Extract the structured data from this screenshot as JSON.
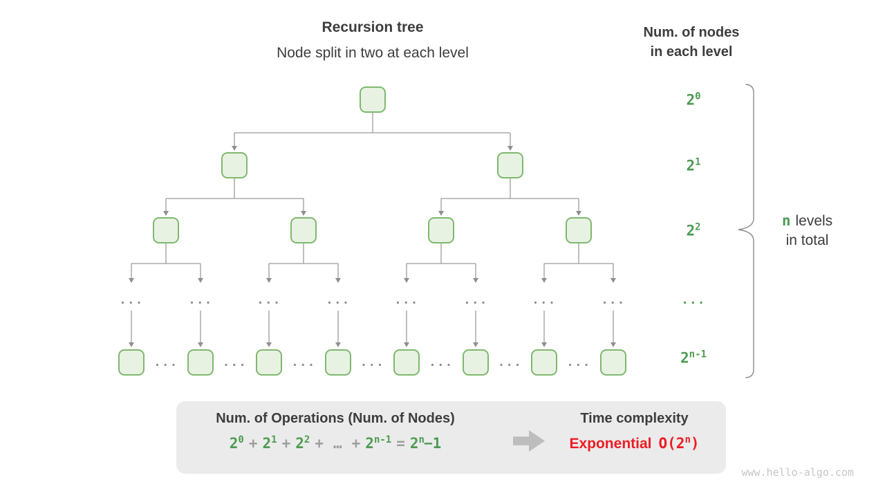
{
  "header": {
    "title": "Recursion tree",
    "subtitle": "Node split in two at each level",
    "right_title_line1": "Num. of nodes",
    "right_title_line2": "in each level"
  },
  "tree": {
    "levels": [
      {
        "type": "nodes",
        "count": 1,
        "label": {
          "base": "2",
          "sup": "0"
        }
      },
      {
        "type": "nodes",
        "count": 2,
        "label": {
          "base": "2",
          "sup": "1"
        }
      },
      {
        "type": "nodes",
        "count": 4,
        "label": {
          "base": "2",
          "sup": "2"
        }
      },
      {
        "type": "ellipsis",
        "count": 8,
        "dots": "...",
        "label": {
          "dots": "..."
        }
      },
      {
        "type": "nodes",
        "count": 8,
        "label": {
          "base": "2",
          "sup": "n-1"
        },
        "between_dots": "..."
      }
    ],
    "colors": {
      "node_fill": "#e8f2e3",
      "node_border": "#7eb86e",
      "connector": "#9c9c9c",
      "green_text": "#4d9b52"
    }
  },
  "brace": {
    "n": "n",
    "levels_word": "levels",
    "line2": "in total"
  },
  "summary": {
    "left_title": "Num. of Operations (Num. of Nodes)",
    "formula": [
      {
        "t": "2",
        "sup": "0",
        "c": "g"
      },
      {
        "t": "+",
        "c": "o"
      },
      {
        "t": "2",
        "sup": "1",
        "c": "g"
      },
      {
        "t": "+",
        "c": "o"
      },
      {
        "t": "2",
        "sup": "2",
        "c": "g"
      },
      {
        "t": "+",
        "c": "o"
      },
      {
        "t": "…",
        "c": "o"
      },
      {
        "t": "+",
        "c": "o"
      },
      {
        "t": "2",
        "sup": "n-1",
        "c": "g"
      },
      {
        "t": "=",
        "c": "o"
      },
      {
        "t": "2",
        "sup": "n",
        "c": "g"
      },
      {
        "t": "−1",
        "c": "g",
        "tight": true
      }
    ],
    "right_title": "Time complexity",
    "complexity_word": "Exponential",
    "complexity_expr": {
      "open": "O(2",
      "sup": "n",
      "close": ")"
    }
  },
  "watermark": "www.hello-algo.com",
  "colors": {
    "dark_text": "#3d3d3d",
    "red": "#ed1c24",
    "box_bg": "#ebebeb",
    "gray_operator": "#9e9e9e",
    "watermark": "#c6c6c6"
  }
}
